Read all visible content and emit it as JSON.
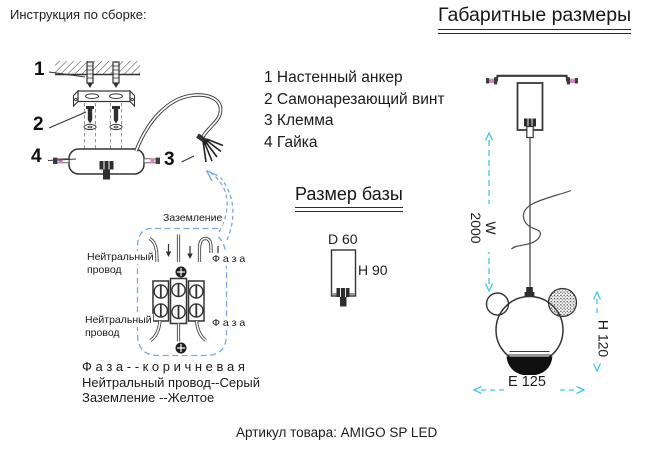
{
  "header": {
    "left_title": "Инструкция по сборке:",
    "right_title": "Габаритные размеры"
  },
  "parts_list": {
    "items": [
      "1 Настенный анкер",
      "2 Самонарезающий винт",
      "3 Клемма",
      "4 Гайка"
    ]
  },
  "callouts": {
    "n1": "1",
    "n2": "2",
    "n3": "3",
    "n4": "4"
  },
  "base_size": {
    "title": "Размер базы",
    "diameter": "D 60",
    "height": "H 90"
  },
  "overall_dims": {
    "wire": "W 2000",
    "height": "H 120",
    "width": "E 125"
  },
  "wiring": {
    "ground": "Заземление",
    "neutral_line1": "Нейтральный",
    "neutral_line2": "провод",
    "phase": "Ф а з а",
    "legend": [
      "Ф а з а - - к о р и ч н е в а я",
      "Нейтральный провод--Серый",
      "Заземление --Желтое"
    ]
  },
  "footer": {
    "article": "Артикул товара: AMIGO SP LED"
  },
  "colors": {
    "line": "#3a3a3a",
    "callout_blue": "#7aa7e0",
    "dimension_cyan": "#41c7e5",
    "screw_pink": "#d183c6",
    "cap_black": "#101010"
  }
}
